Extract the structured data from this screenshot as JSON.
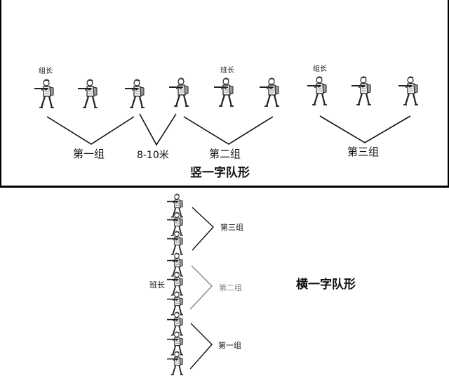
{
  "vertical": {
    "title": "竖一字队形",
    "leader_labels": [
      "组长",
      "班长",
      "组长"
    ],
    "groups": [
      "第一组",
      "第二组",
      "第三组"
    ],
    "spacing": "8-10米"
  },
  "horizontal": {
    "title": "横一字队形",
    "squad_leader": "班长",
    "groups": [
      "第三组",
      "第二组",
      "第一组"
    ]
  },
  "colors": {
    "line": "#111111",
    "faded_line": "#888888",
    "soldier": "#555555"
  }
}
